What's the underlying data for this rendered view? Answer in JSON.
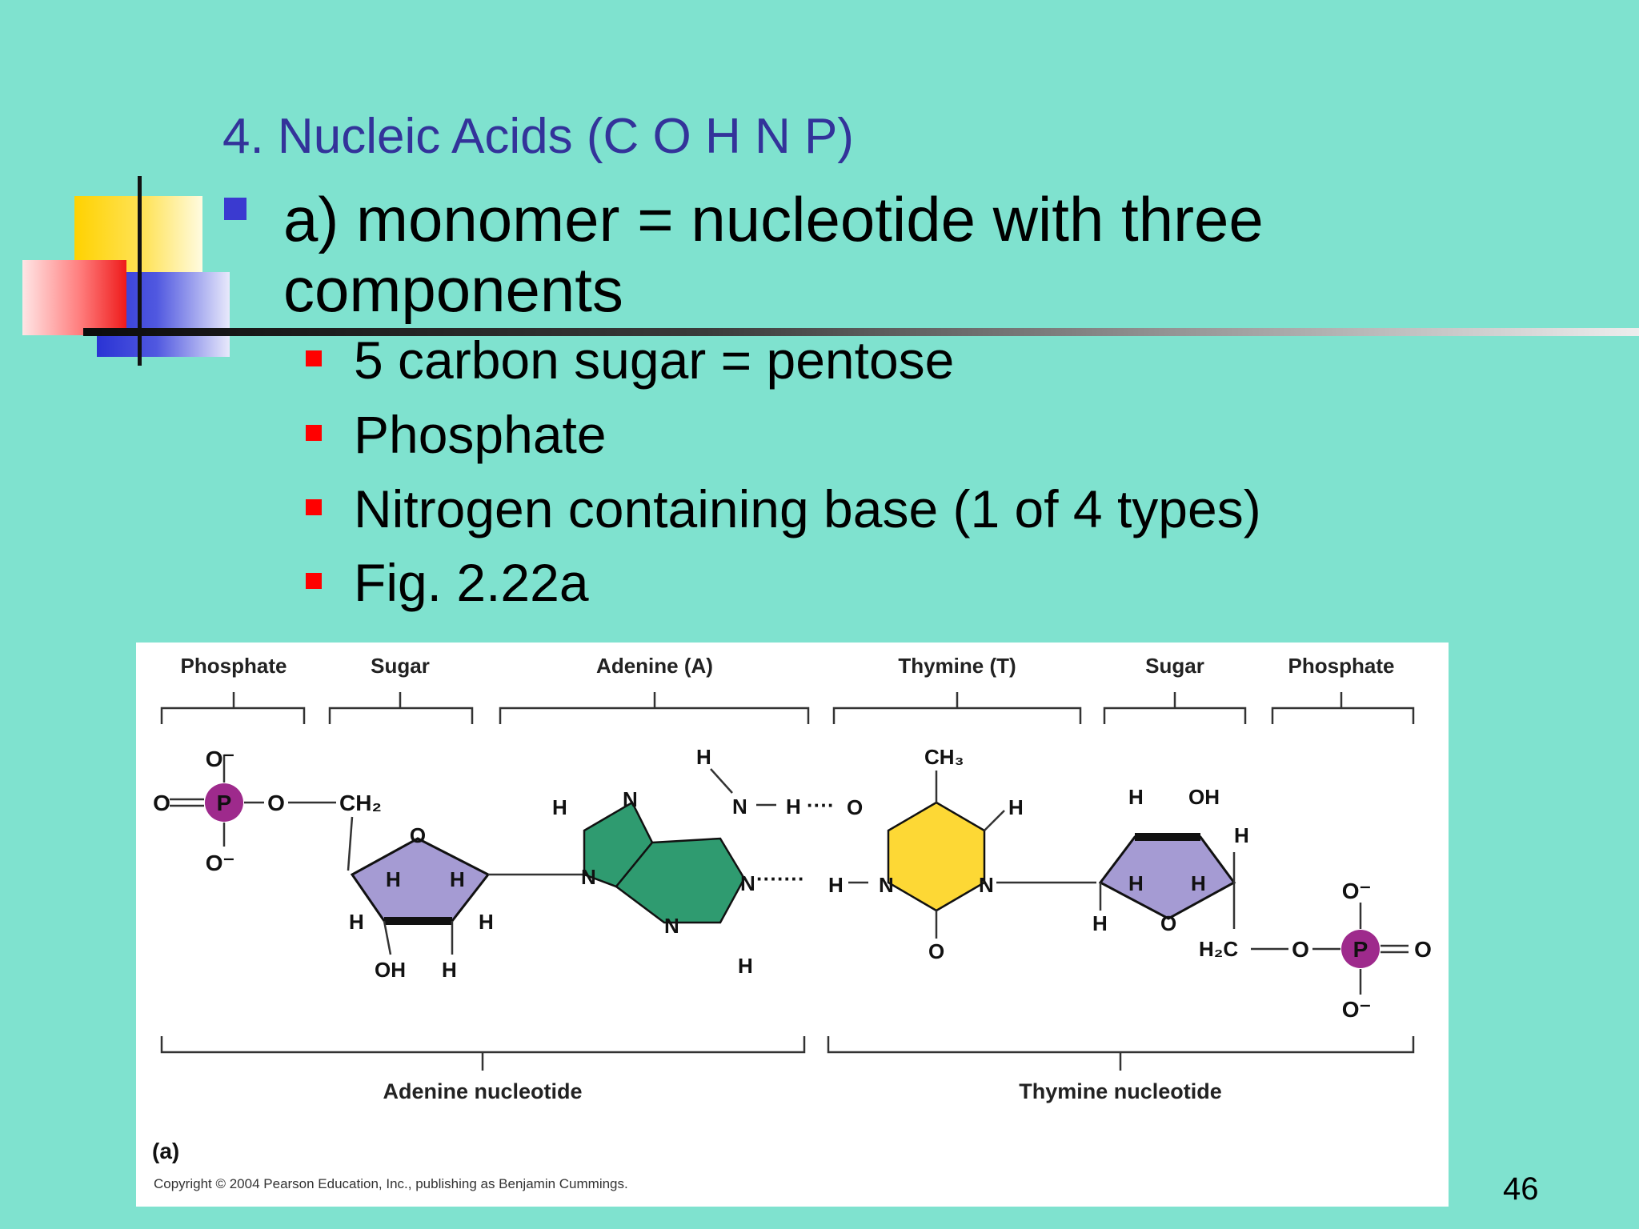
{
  "slide": {
    "title": "4. Nucleic Acids (C O H N P)",
    "bullet": "a) monomer = nucleotide with three components",
    "sub_bullets": [
      "5 carbon sugar = pentose",
      "Phosphate",
      "Nitrogen containing base (1 of 4 types)",
      "Fig. 2.22a"
    ],
    "page_number": "46"
  },
  "figure": {
    "top_labels": [
      "Phosphate",
      "Sugar",
      "Adenine (A)",
      "Thymine (T)",
      "Sugar",
      "Phosphate"
    ],
    "bottom_labels": [
      "Adenine nucleotide",
      "Thymine nucleotide"
    ],
    "panel_label": "(a)",
    "copyright": "Copyright © 2004 Pearson Education, Inc., publishing as Benjamin Cummings.",
    "colors": {
      "phosphate": "#9e2a8c",
      "sugar": "#a59bd3",
      "adenine": "#2f9b70",
      "thymine": "#fdd835"
    }
  },
  "colors": {
    "background": "#7fe2cf",
    "title": "#33339a",
    "bullet_marker": "#3a3ad0",
    "sub_marker": "#ff0000"
  }
}
